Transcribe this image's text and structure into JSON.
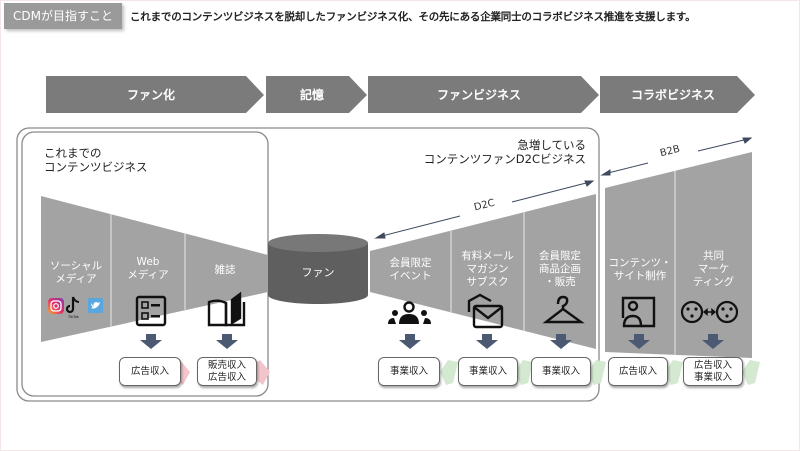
{
  "header": {
    "badge": "CDMが目指すこと",
    "tagline": "これまでのコンテンツビジネスを脱却したファンビジネス化、その先にある企業同士のコラボビジネス推進を支援します。"
  },
  "stages": [
    {
      "label": "ファン化"
    },
    {
      "label": "記憶"
    },
    {
      "label": "ファンビジネス"
    },
    {
      "label": "コラボビジネス"
    }
  ],
  "legacy_box": {
    "title_line1": "これまでの",
    "title_line2": "コンテンツビジネス"
  },
  "d2c_box": {
    "title_line1": "急増している",
    "title_line2": "コンテンツファンD2Cビジネス"
  },
  "axis_labels": {
    "d2c": "D2C",
    "b2b": "B2B"
  },
  "hub": {
    "label": "ファン"
  },
  "legacy_channels": [
    {
      "line1": "ソーシャル",
      "line2": "メディア",
      "icon": "social-media-icons",
      "revenue": null
    },
    {
      "line1": "Web",
      "line2": "メディア",
      "icon": "web-layout-icon",
      "revenue": "広告収入"
    },
    {
      "line1": "雑誌",
      "line2": "",
      "icon": "open-book-icon",
      "revenue_line1": "販売収入",
      "revenue_line2": "広告収入"
    }
  ],
  "social_icons": [
    "instagram",
    "tiktok",
    "twitter"
  ],
  "tiktok_caption": "TikTok",
  "d2c_channels": [
    {
      "line1": "会員限定",
      "line2": "イベント",
      "line3": "",
      "icon": "people-group-icon",
      "revenue": "事業収入"
    },
    {
      "line1": "有料メール",
      "line2": "マガジン",
      "line3": "サブスク",
      "icon": "mail-subscription-icon",
      "revenue": "事業収入"
    },
    {
      "line1": "会員限定",
      "line2": "商品企画",
      "line3": "・販売",
      "icon": "hanger-icon",
      "revenue": "事業収入"
    }
  ],
  "b2b_channels": [
    {
      "line1": "コンテンツ・",
      "line2": "サイト制作",
      "line3": "",
      "icon": "profile-screen-icon",
      "revenue": "広告収入"
    },
    {
      "line1": "共同",
      "line2": "マーケ",
      "line3": "ティング",
      "icon": "collaboration-icon",
      "revenue_line1": "広告収入",
      "revenue_line2": "事業収入"
    }
  ],
  "colors": {
    "stage_fill": "#7b7b7b",
    "funnel_fill": "#a3a3a3",
    "hub_fill": "#5f5f5f",
    "down_arrow": "#4b5a72",
    "legacy_flow": "#f2c5cc",
    "new_flow": "#d4ead0"
  }
}
